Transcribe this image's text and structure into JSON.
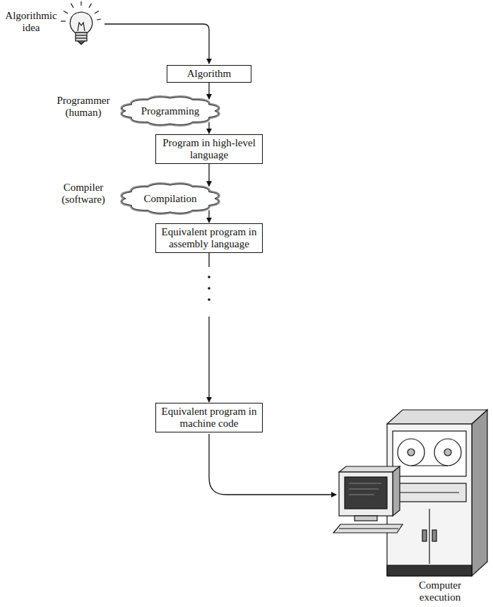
{
  "diagram": {
    "nodes": [
      {
        "text": [
          "Algorithm"
        ]
      },
      {
        "text": [
          "Programming",
          "Programmer (human)"
        ]
      },
      {
        "text": [
          "Program in high-level language"
        ]
      },
      {
        "text": [
          "Compilation",
          "Compiler (software)"
        ]
      },
      {
        "text": [
          "Equivalent program in assembly language"
        ]
      },
      {
        "text": [
          "Equivalent program in machine code"
        ]
      }
    ],
    "edges": [
      {
        "from": 0,
        "to": 1,
        "arrow": "to"
      },
      {
        "from": 1,
        "to": 2,
        "arrow": "to"
      },
      {
        "from": 2,
        "to": 3,
        "arrow": "to"
      },
      {
        "from": 3,
        "to": 4,
        "arrow": "to"
      },
      {
        "from": 4,
        "to": 5,
        "arrow": "to"
      }
    ],
    "labels": [
      "Algorithmic idea",
      "Computer execution"
    ]
  }
}
